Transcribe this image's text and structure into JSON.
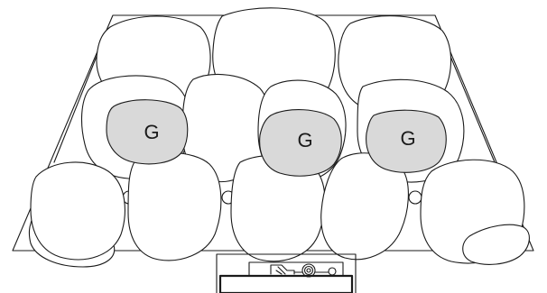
{
  "diagram": {
    "marker_labels": [
      "G",
      "G",
      "G"
    ],
    "colors": {
      "stroke": "#1a1a1a",
      "rock_fill": "#ffffff",
      "marked_rock_fill": "#d9d9d9",
      "background": "#ffffff"
    }
  }
}
